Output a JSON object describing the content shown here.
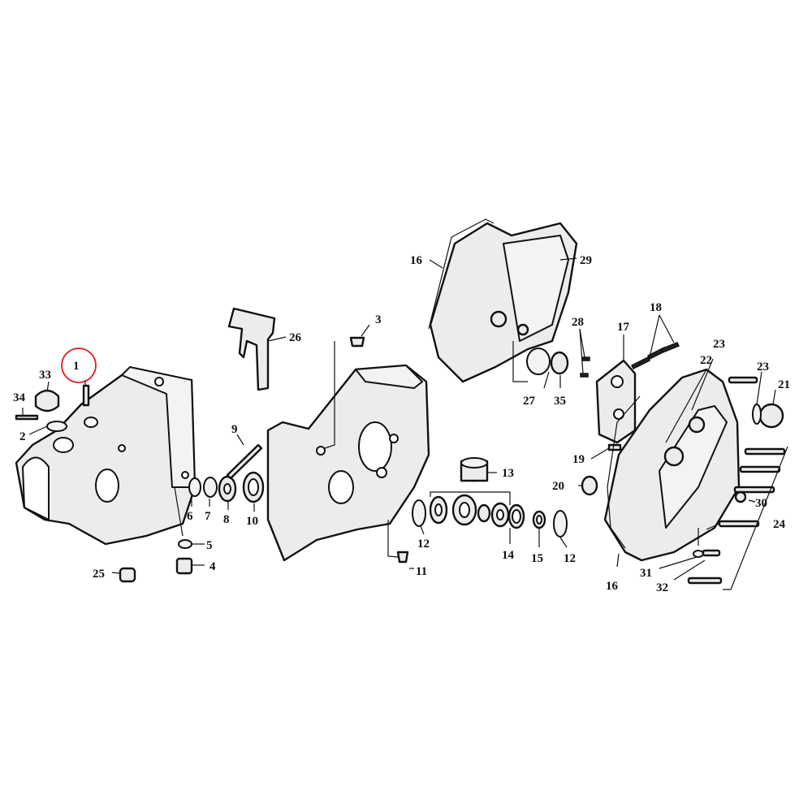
{
  "callouts": [
    {
      "id": "c1",
      "text": "1"
    },
    {
      "id": "c2",
      "text": "2"
    },
    {
      "id": "c3",
      "text": "3"
    },
    {
      "id": "c4",
      "text": "4"
    },
    {
      "id": "c5",
      "text": "5"
    },
    {
      "id": "c6",
      "text": "6"
    },
    {
      "id": "c7",
      "text": "7"
    },
    {
      "id": "c8",
      "text": "8"
    },
    {
      "id": "c9",
      "text": "9"
    },
    {
      "id": "c10",
      "text": "10"
    },
    {
      "id": "c11",
      "text": "11"
    },
    {
      "id": "c12a",
      "text": "12"
    },
    {
      "id": "c12b",
      "text": "12"
    },
    {
      "id": "c13",
      "text": "13"
    },
    {
      "id": "c14",
      "text": "14"
    },
    {
      "id": "c15",
      "text": "15"
    },
    {
      "id": "c16a",
      "text": "16"
    },
    {
      "id": "c16b",
      "text": "16"
    },
    {
      "id": "c17",
      "text": "17"
    },
    {
      "id": "c18",
      "text": "18"
    },
    {
      "id": "c19",
      "text": "19"
    },
    {
      "id": "c20",
      "text": "20"
    },
    {
      "id": "c21",
      "text": "21"
    },
    {
      "id": "c22",
      "text": "22"
    },
    {
      "id": "c23a",
      "text": "23"
    },
    {
      "id": "c23b",
      "text": "23"
    },
    {
      "id": "c24",
      "text": "24"
    },
    {
      "id": "c25",
      "text": "25"
    },
    {
      "id": "c26",
      "text": "26"
    },
    {
      "id": "c27",
      "text": "27"
    },
    {
      "id": "c28",
      "text": "28"
    },
    {
      "id": "c29",
      "text": "29"
    },
    {
      "id": "c30",
      "text": "30"
    },
    {
      "id": "c31",
      "text": "31"
    },
    {
      "id": "c32",
      "text": "32"
    },
    {
      "id": "c33",
      "text": "33"
    },
    {
      "id": "c34",
      "text": "34"
    },
    {
      "id": "c35",
      "text": "35"
    }
  ],
  "highlight": {
    "callout": "1",
    "color": "#e0191b"
  },
  "colors": {
    "line": "#111111",
    "fill": "#ececec",
    "background": "#ffffff"
  }
}
